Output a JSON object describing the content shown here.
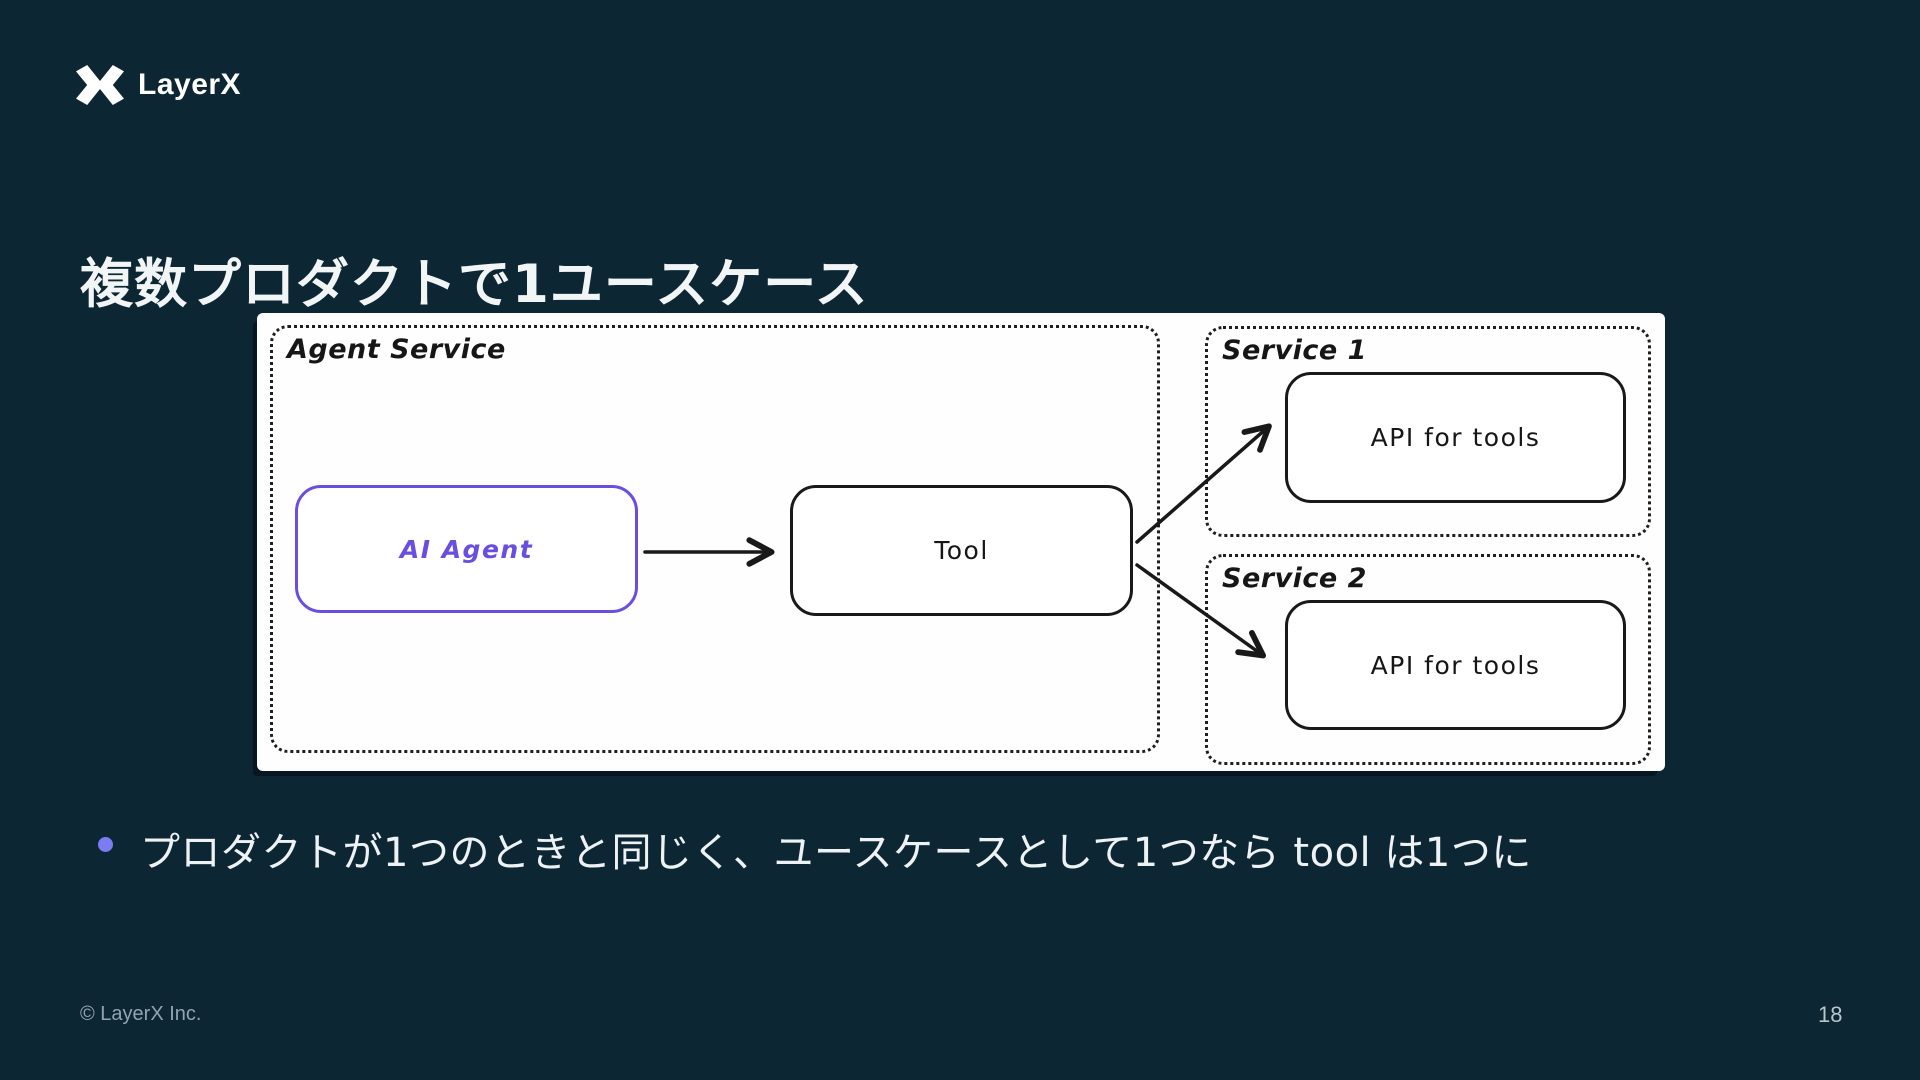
{
  "slide": {
    "brand_name": "LayerX",
    "title": "複数プロダクトで1ユースケース",
    "bullet": "プロダクトが1つのときと同じく、ユースケースとして1つなら tool は1つに",
    "footer_copyright": "© LayerX Inc.",
    "page_number": "18",
    "colors": {
      "background": "#0d2633",
      "panel": "#fefefe",
      "ink": "#191919",
      "accent_purple": "#6a4ee0",
      "bullet_dot": "#7b7bf2"
    }
  },
  "diagram": {
    "agent_service": {
      "label": "Agent Service"
    },
    "ai_agent": {
      "label": "AI Agent"
    },
    "tool": {
      "label": "Tool"
    },
    "service_1": {
      "label": "Service 1",
      "api": {
        "label": "API for tools"
      }
    },
    "service_2": {
      "label": "Service 2",
      "api": {
        "label": "API for tools"
      }
    }
  }
}
